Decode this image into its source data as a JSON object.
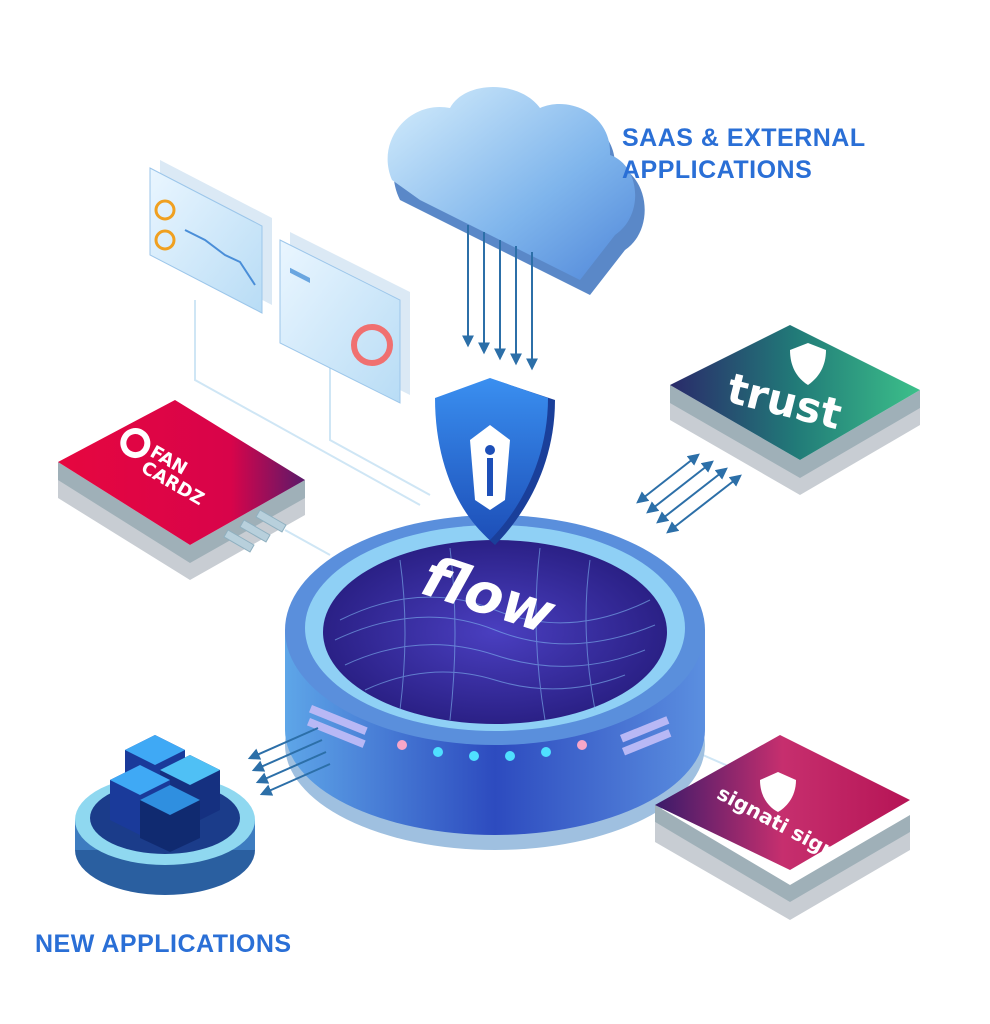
{
  "labels": {
    "saas_line1": "SAAS & EXTERNAL",
    "saas_line2": "APPLICATIONS",
    "new_apps": "NEW APPLICATIONS"
  },
  "hub": {
    "name": "flow"
  },
  "apps": {
    "fancardz": {
      "line1": "FAN",
      "line2": "CARDZ",
      "color": "#e0043f"
    },
    "trust": {
      "name": "trust",
      "color": "#2d9a7f"
    },
    "signati": {
      "name": "signati sign",
      "color": "#b7205e"
    }
  },
  "colors": {
    "label": "#2a6fd6",
    "arrow": "#2c6fa8",
    "hub_top": "#3b2c9e",
    "hub_side": "#2f4fc0",
    "cloud": "#8fc4f0"
  }
}
